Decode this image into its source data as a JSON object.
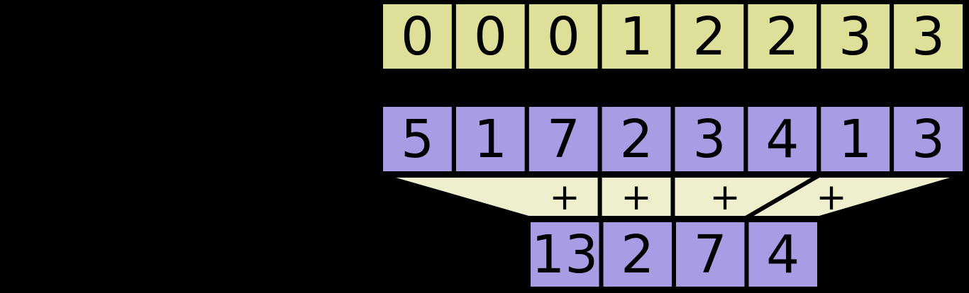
{
  "diagram": {
    "title": "array-segment-sum-diagram",
    "colors": {
      "background": "#000000",
      "index_row_fill": "#DEDF98",
      "value_row_fill": "#A89CE4",
      "funnel_fill": "#EFEFCE",
      "stroke": "#000000",
      "text": "#000000"
    },
    "index_row": {
      "name": "segment-index-row",
      "cells": [
        "0",
        "0",
        "0",
        "1",
        "2",
        "2",
        "3",
        "3"
      ]
    },
    "value_row": {
      "name": "input-values-row",
      "cells": [
        "5",
        "1",
        "7",
        "2",
        "3",
        "4",
        "1",
        "3"
      ]
    },
    "operator_row": {
      "name": "sum-operator-row",
      "cells": [
        "+",
        "+",
        "+",
        "+"
      ]
    },
    "output_row": {
      "name": "segment-sums-row",
      "cells": [
        "13",
        "2",
        "7",
        "4"
      ]
    }
  }
}
